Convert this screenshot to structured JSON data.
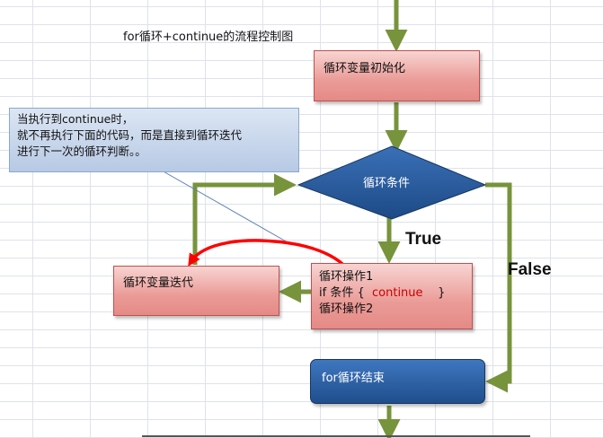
{
  "title": "for循环+continue的流程控制图",
  "nodes": {
    "init": "循环变量初始化",
    "condition": "循环条件",
    "iter": "循环变量迭代",
    "op_line1": "循环操作1",
    "op_line2_prefix": "if 条件 {",
    "op_line2_keyword": "continue",
    "op_line2_suffix": "}",
    "op_line3": "循环操作2",
    "end": "for循环结束"
  },
  "labels": {
    "true": "True",
    "false": "False"
  },
  "callout": {
    "line1": "当执行到continue时，",
    "line2": "就不再执行下面的代码，而是直接到循环迭代",
    "line3": "进行下一次的循环判断。。"
  },
  "colors": {
    "arrow_green": "#77933c",
    "process_fill": "#e6908c",
    "process_border": "#c0504d",
    "decision_fill": "#1f4e8c",
    "end_fill": "#1f4e8c",
    "continue_red": "#cc0000",
    "callout_fill": "#c6d4ea"
  }
}
